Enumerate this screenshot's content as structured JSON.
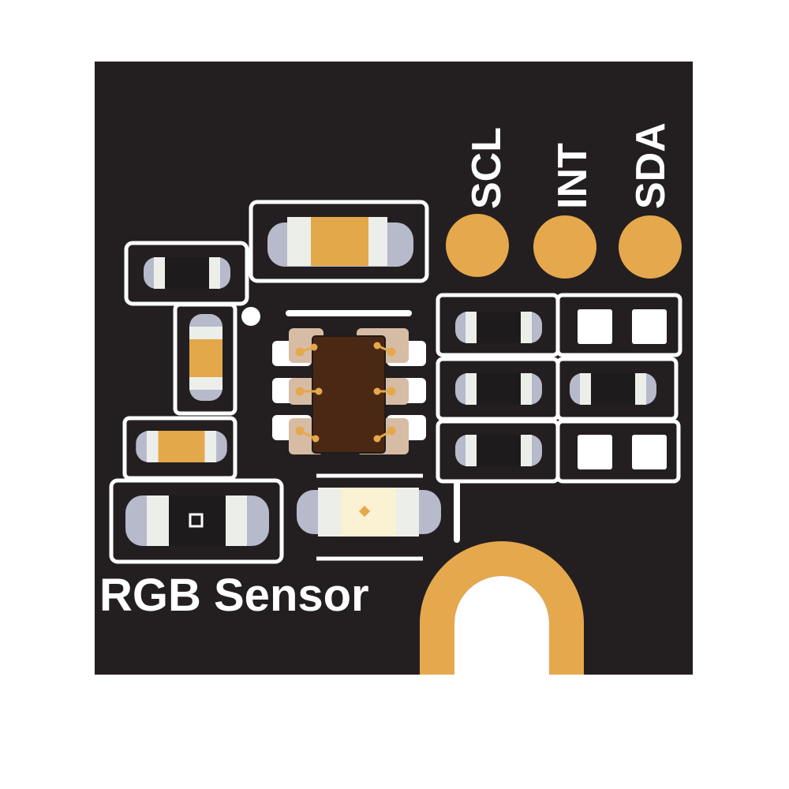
{
  "board": {
    "title": "RGB Sensor",
    "pin_labels": [
      "SCL",
      "INT",
      "SDA"
    ]
  },
  "colors": {
    "pcb": "#231f20",
    "silkscreen": "#ffffff",
    "copper_pad": "#e5a84c",
    "resistor_body": "#1e1b1c",
    "capacitor_body": "#e3a849",
    "end_cap_light": "#eceeea",
    "end_cap_shadow": "#b7bacb",
    "ic_body": "#4a2814",
    "ic_pad": "#d7bca5",
    "led_body": "#fbf1d3"
  },
  "icons": [
    "sensor-ic-icon",
    "led-icon",
    "photodiode-icon",
    "mounting-slot-icon"
  ]
}
